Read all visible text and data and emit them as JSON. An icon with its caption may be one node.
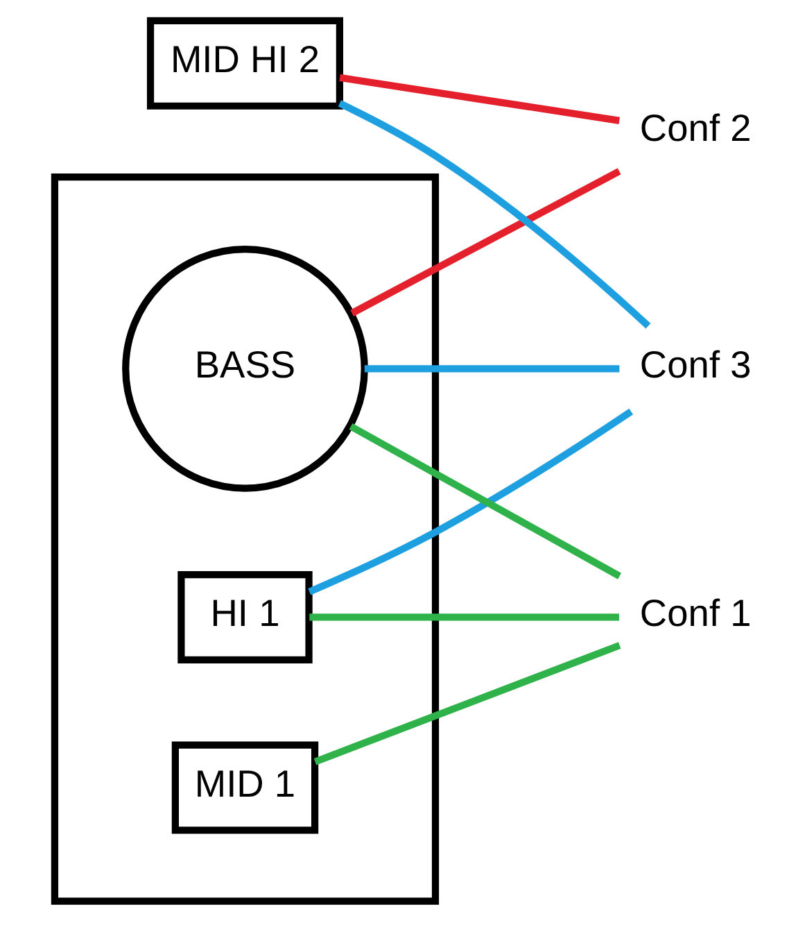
{
  "diagram": {
    "nodes": [
      {
        "text": [],
        "shape": "box"
      },
      {
        "text": [
          "MID HI 2"
        ]
      },
      {
        "text": [
          "HI 1"
        ],
        "in": 0
      },
      {
        "text": [
          "MID 1"
        ],
        "in": 0
      },
      {
        "text": [
          "BASS"
        ],
        "in": 0
      },
      {
        "text": [
          "Conf 3"
        ]
      },
      {
        "text": [
          "Conf 2"
        ]
      },
      {
        "text": [
          "Conf 1"
        ]
      }
    ],
    "edges": [
      {
        "from": 1,
        "to": 5,
        "arrow": "none",
        "color": "#1e9fe0"
      },
      {
        "from": 2,
        "to": 5,
        "arrow": "none",
        "color": "#1e9fe0"
      },
      {
        "from": 4,
        "to": 5,
        "arrow": "none",
        "color": "#1e9fe0"
      },
      {
        "from": 1,
        "to": 6,
        "arrow": "none",
        "color": "#e3202c"
      },
      {
        "from": 4,
        "to": 6,
        "arrow": "none",
        "color": "#e3202c"
      },
      {
        "from": 2,
        "to": 7,
        "arrow": "none",
        "color": "#2fb24a"
      },
      {
        "from": 3,
        "to": 7,
        "arrow": "none",
        "color": "#2fb24a"
      },
      {
        "from": 4,
        "to": 7,
        "arrow": "none",
        "color": "#2fb24a"
      }
    ]
  }
}
